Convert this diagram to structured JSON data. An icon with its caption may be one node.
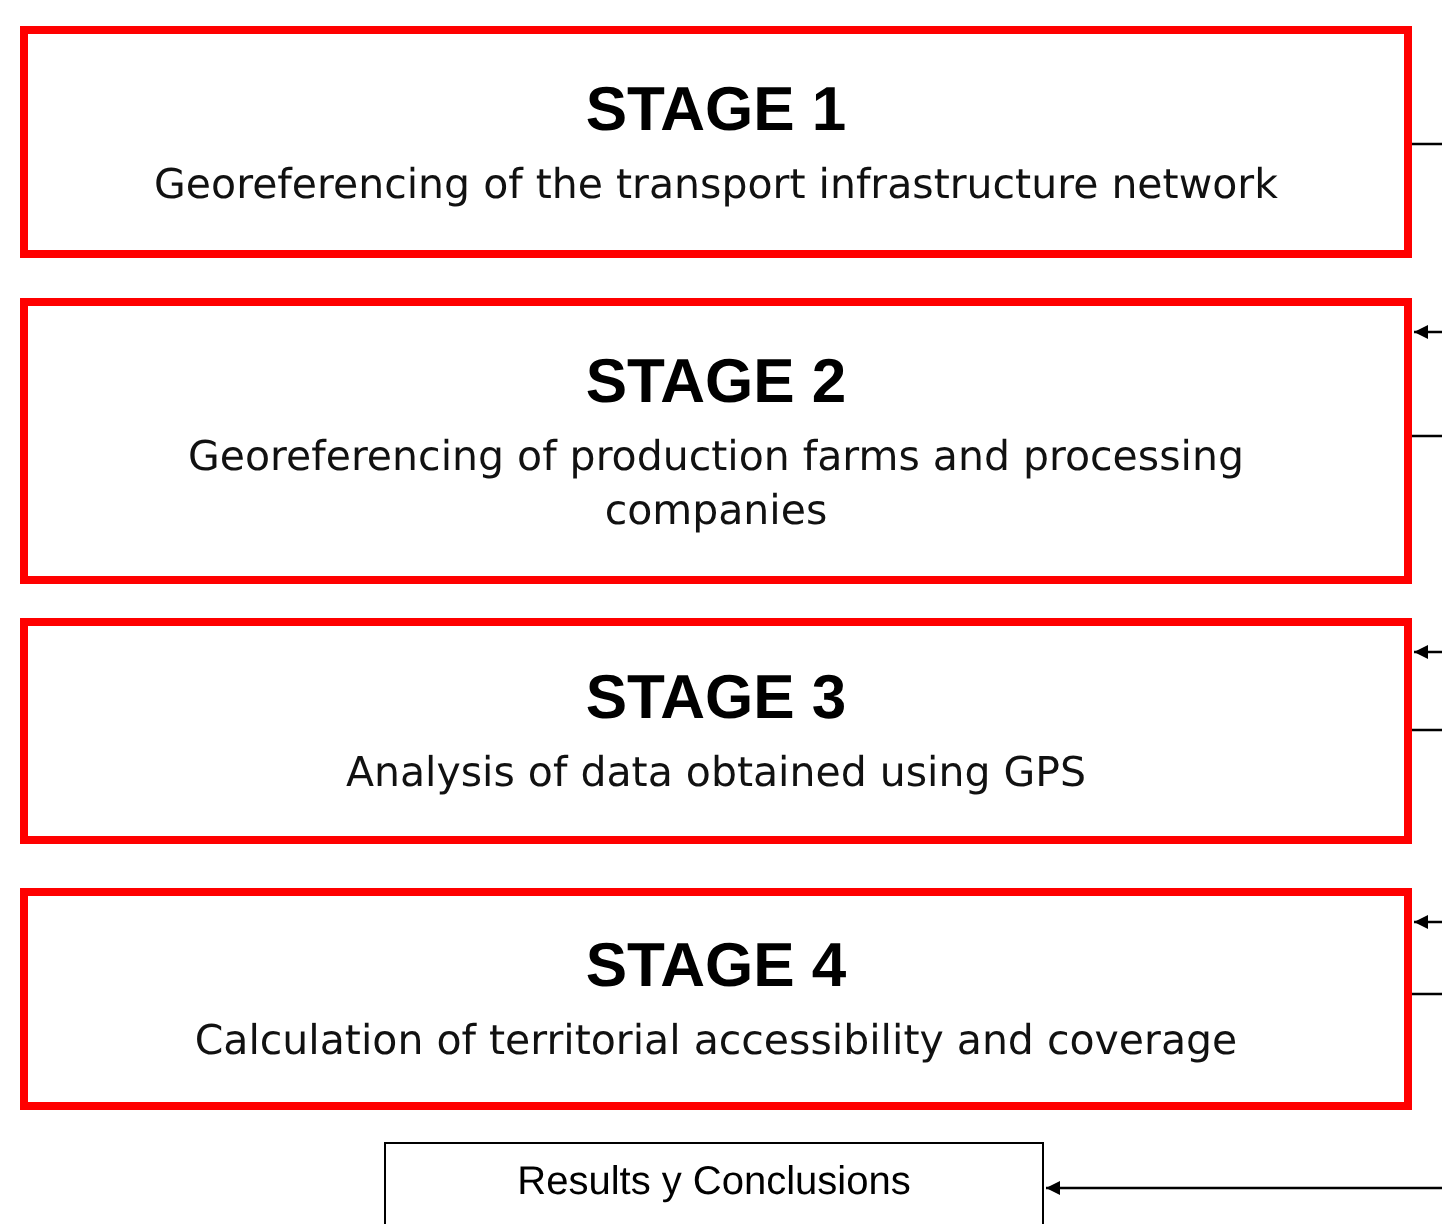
{
  "diagram": {
    "nodes": [
      {
        "text": [
          "STAGE 1",
          "Georeferencing of the transport infrastructure network"
        ]
      },
      {
        "text": [
          "STAGE 2",
          "Georeferencing of production farms and processing companies"
        ]
      },
      {
        "text": [
          "STAGE 3",
          "Analysis of data obtained using GPS"
        ]
      },
      {
        "text": [
          "STAGE 4",
          "Calculation of territorial accessibility and coverage"
        ]
      },
      {
        "text": [
          "Results y Conclusions"
        ]
      }
    ],
    "edges": [
      {
        "from": 0,
        "to": 1,
        "arrow": "to"
      },
      {
        "from": 1,
        "to": 2,
        "arrow": "to"
      },
      {
        "from": 2,
        "to": 3,
        "arrow": "to"
      },
      {
        "from": 3,
        "to": 4,
        "arrow": "to"
      }
    ]
  }
}
